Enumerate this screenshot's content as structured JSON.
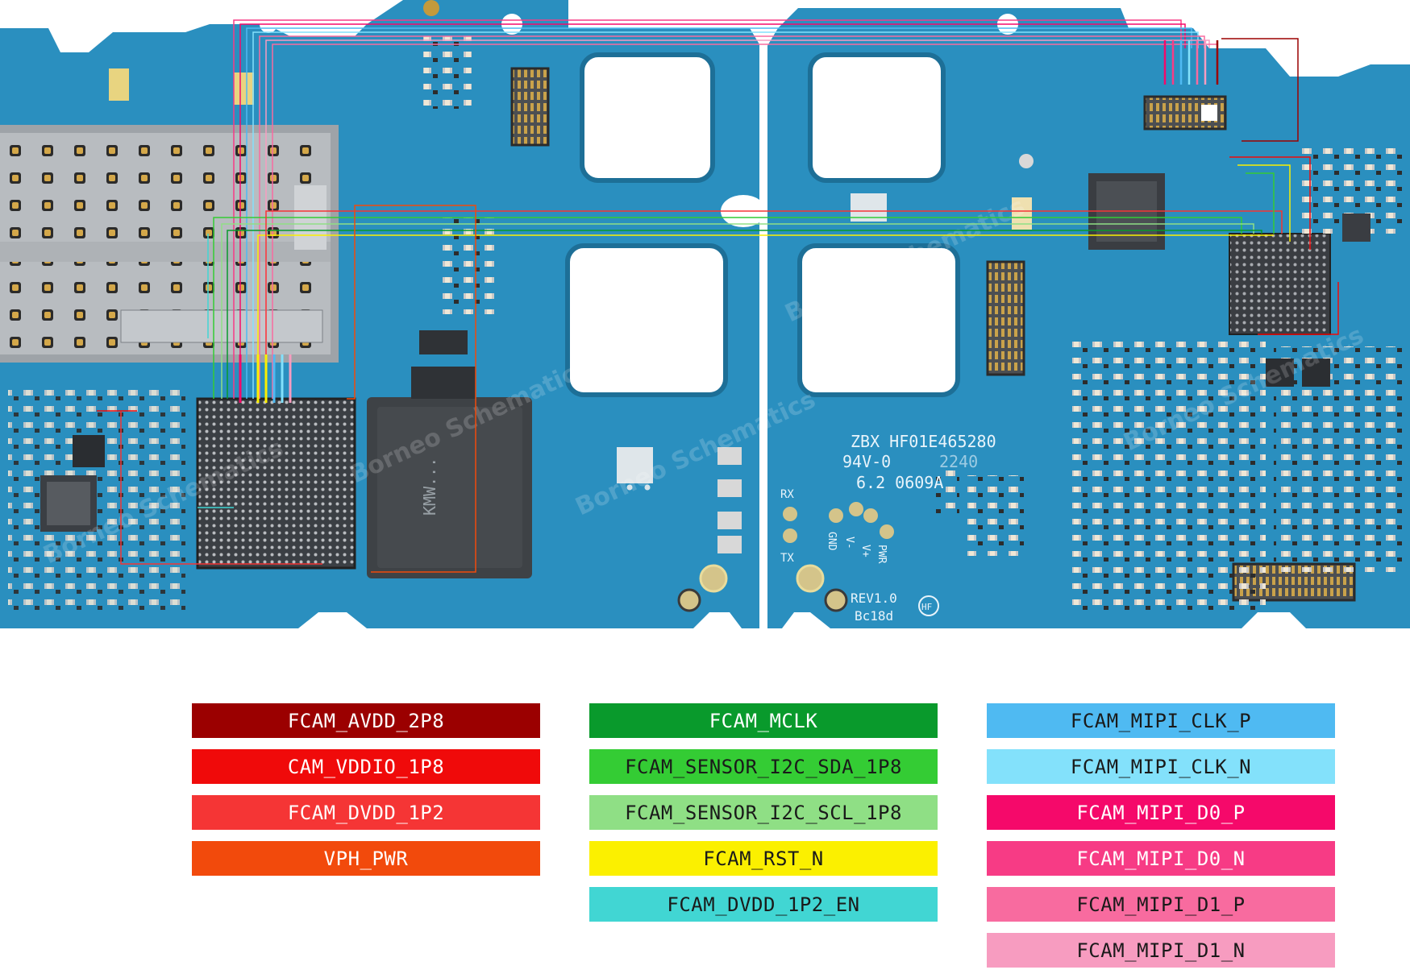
{
  "board": {
    "silkscreen": {
      "code_line1": "ZBX HF01E465280",
      "code_line2": "94V-0",
      "date_code": "2240",
      "code_line3": "6.2 0609A",
      "rev": "REV1.0",
      "rev_sub": "Bc18d",
      "hf_mark": "HF",
      "pad_rx": "RX",
      "pad_tx": "TX",
      "pad_gnd": "GND",
      "pad_vminus": "V-",
      "pad_vplus": "V+",
      "pad_pwr": "PWR",
      "chip_marking": "KMW..."
    },
    "watermark": "Borneo Schematics",
    "colors": {
      "pcb": "#2a8fbf",
      "pcb_dark": "#1d7aa7",
      "background": "#ffffff"
    }
  },
  "legend": {
    "columns": [
      [
        {
          "label": "FCAM_AVDD_2P8",
          "color": "#9b0000",
          "text_color": "#ffffff"
        },
        {
          "label": "CAM_VDDIO_1P8",
          "color": "#f00a0a",
          "text_color": "#ffffff"
        },
        {
          "label": "FCAM_DVDD_1P2",
          "color": "#f53535",
          "text_color": "#ffffff"
        },
        {
          "label": "VPH_PWR",
          "color": "#f24a0c",
          "text_color": "#ffffff"
        }
      ],
      [
        {
          "label": "FCAM_MCLK",
          "color": "#099a2c",
          "text_color": "#ffffff"
        },
        {
          "label": "FCAM_SENSOR_I2C_SDA_1P8",
          "color": "#34cc34",
          "text_color": "#1a1a1a"
        },
        {
          "label": "FCAM_SENSOR_I2C_SCL_1P8",
          "color": "#8fdf85",
          "text_color": "#1a1a1a"
        },
        {
          "label": "FCAM_RST_N",
          "color": "#fbf000",
          "text_color": "#1a1a1a"
        },
        {
          "label": "FCAM_DVDD_1P2_EN",
          "color": "#41d6d3",
          "text_color": "#1a1a1a"
        }
      ],
      [
        {
          "label": "FCAM_MIPI_CLK_P",
          "color": "#4fbaf2",
          "text_color": "#1a1a1a"
        },
        {
          "label": "FCAM_MIPI_CLK_N",
          "color": "#83e1fb",
          "text_color": "#1a1a1a"
        },
        {
          "label": "FCAM_MIPI_D0_P",
          "color": "#f5096a",
          "text_color": "#ffffff"
        },
        {
          "label": "FCAM_MIPI_D0_N",
          "color": "#f73b85",
          "text_color": "#ffffff"
        },
        {
          "label": "FCAM_MIPI_D1_P",
          "color": "#f86b9f",
          "text_color": "#1a1a1a"
        },
        {
          "label": "FCAM_MIPI_D1_N",
          "color": "#f79cc0",
          "text_color": "#1a1a1a"
        }
      ]
    ]
  }
}
